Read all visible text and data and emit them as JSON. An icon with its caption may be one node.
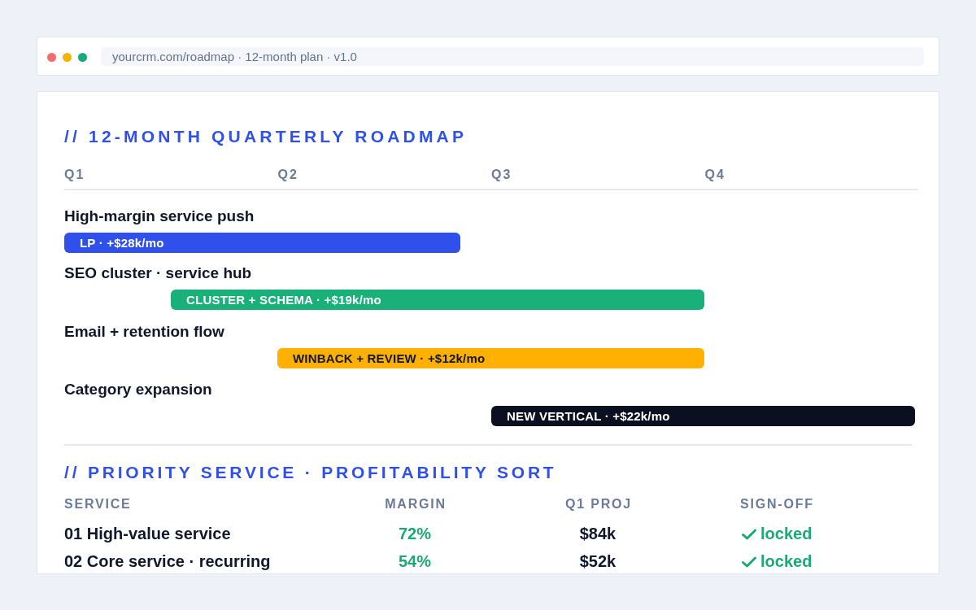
{
  "diagram": {
    "title": "// 12-MONTH QUARTERLY ROADMAP",
    "nodes": [
      {
        "text": [
          "LP · +$28k/mo"
        ]
      },
      {
        "text": [
          "CLUSTER + SCHEMA · +$19k/mo"
        ]
      },
      {
        "text": [
          "WINBACK + REVIEW · +$12k/mo"
        ]
      },
      {
        "text": [
          "NEW VERTICAL · +$22k/mo"
        ]
      }
    ],
    "labels": [
      "yourcrm.com/roadmap · 12-month plan · v1.0",
      "Q1",
      "Q2",
      "Q3",
      "Q4",
      "High-margin service push",
      "SEO cluster · service hub",
      "Email + retention flow",
      "Category expansion",
      "// PRIORITY SERVICE · PROFITABILITY SORT",
      "SERVICE",
      "MARGIN",
      "Q1 PROJ",
      "SIGN-OFF",
      "01 High-value service",
      "72%",
      "$84k",
      "locked",
      "02 Core service · recurring",
      "54%",
      "$52k",
      "locked"
    ]
  }
}
